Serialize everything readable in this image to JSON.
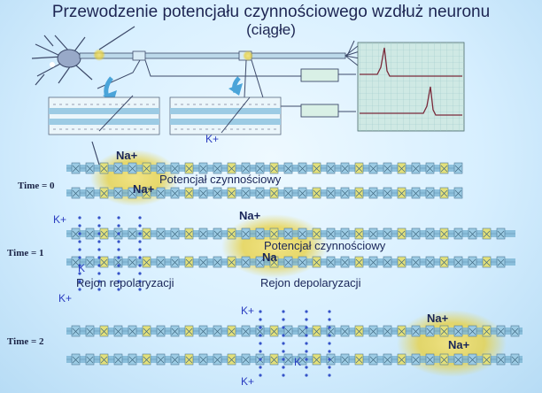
{
  "slide": {
    "title_line1": "Przewodzenie potencjału czynnościowego wzdłuż neuronu",
    "title_line2": "(ciągłe)"
  },
  "labels": {
    "time0": "Time = 0",
    "time1": "Time = 1",
    "time2": "Time = 2",
    "na_plus": "Na+",
    "na_plain": "Na",
    "k_plus": "K+",
    "k_plain": "K",
    "action_potential": "Potencjał czynnościowy",
    "repolarization": "Rejon repolaryzacji",
    "depolarization": "Rejon depolaryzacji"
  },
  "colors": {
    "membrane": "#7fb7d6",
    "channel": "#9ccbe4",
    "channel_open": "#e3e07a",
    "glow": "#e8cf3a",
    "text": "#1a2658",
    "trace": "#7a2a3a"
  }
}
